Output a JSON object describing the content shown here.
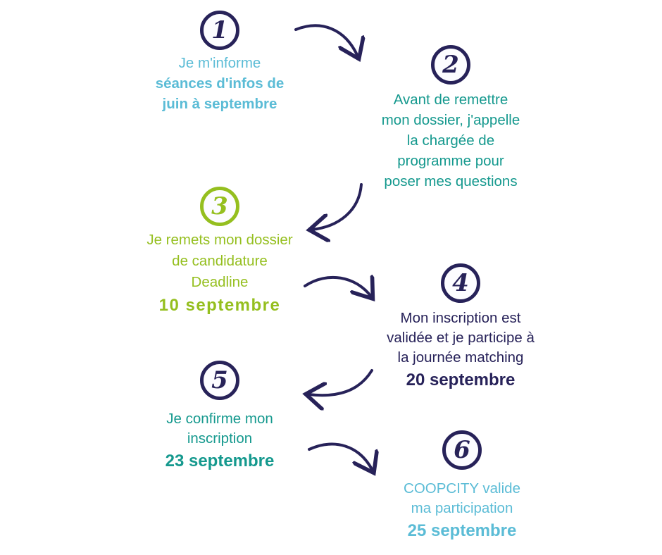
{
  "colors": {
    "navy": "#272259",
    "lightblue": "#5bbcd6",
    "teal": "#15998e",
    "green": "#95bf1f"
  },
  "steps": [
    {
      "number": "1",
      "lines": [
        "Je m'informe"
      ],
      "bold_lines": [
        "séances d'infos de",
        "juin à septembre"
      ]
    },
    {
      "number": "2",
      "lines": [
        "Avant de remettre",
        "mon dossier, j'appelle",
        "la chargée de",
        "programme pour",
        "poser mes questions"
      ]
    },
    {
      "number": "3",
      "lines": [
        "Je remets mon dossier",
        "de candidature",
        "Deadline"
      ],
      "date": "10 septembre"
    },
    {
      "number": "4",
      "lines": [
        "Mon inscription est",
        "validée et je participe à",
        "la journée matching"
      ],
      "date": "20 septembre"
    },
    {
      "number": "5",
      "lines": [
        "Je confirme mon",
        "inscription"
      ],
      "date": "23 septembre"
    },
    {
      "number": "6",
      "lines": [
        "COOPCITY valide",
        "ma participation"
      ],
      "date": "25 septembre"
    }
  ]
}
